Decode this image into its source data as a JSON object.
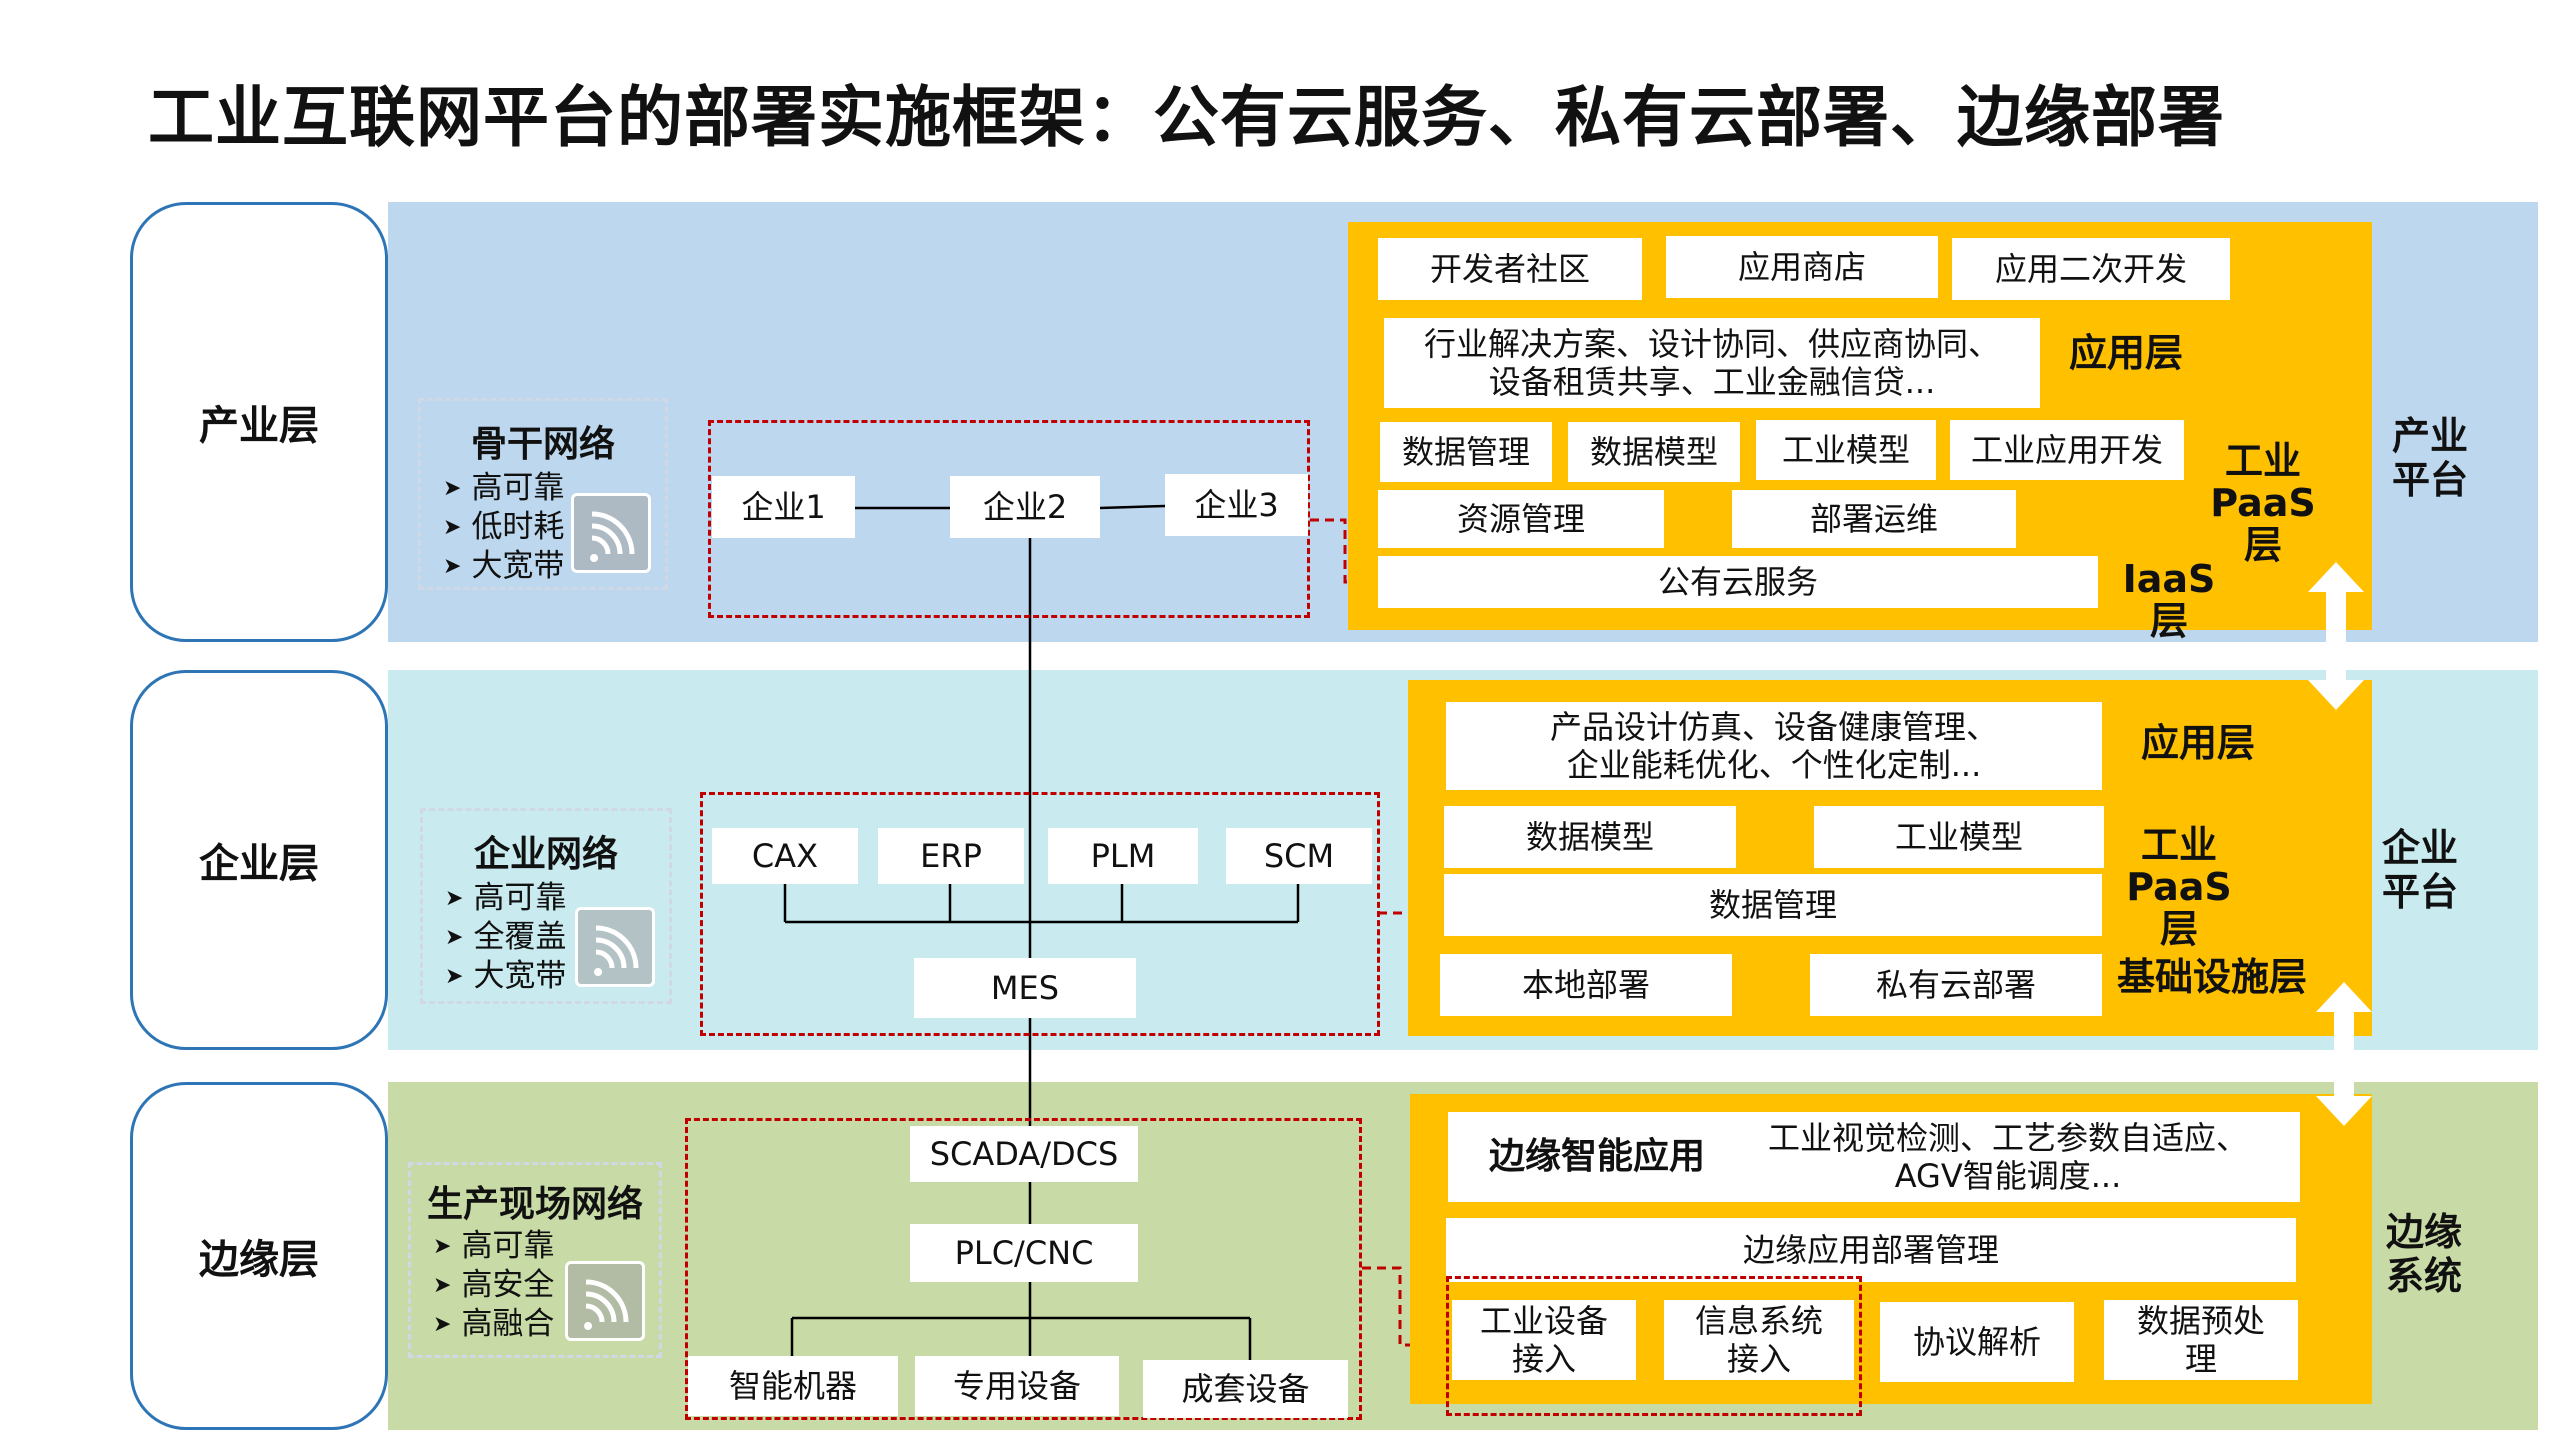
{
  "title": "工业互联网平台的部署实施框架：公有云服务、私有云部署、边缘部署",
  "colors": {
    "band_industry": "#bdd7ee",
    "band_enterprise": "#c9ebef",
    "band_edge": "#c8dba6",
    "panel": "#ffc000",
    "dash": "#c00000",
    "label_border": "#2e75b6"
  },
  "layers": {
    "industry": "产业层",
    "enterprise": "企业层",
    "edge": "边缘层"
  },
  "networks": {
    "industry": {
      "title": "骨干网络",
      "items": [
        "高可靠",
        "低时耗",
        "大宽带"
      ],
      "icon": "wifi-icon"
    },
    "enterprise": {
      "title": "企业网络",
      "items": [
        "高可靠",
        "全覆盖",
        "大宽带"
      ],
      "icon": "wifi-icon"
    },
    "edge": {
      "title": "生产现场网络",
      "items": [
        "高可靠",
        "高安全",
        "高融合"
      ],
      "icon": "wifi-icon"
    }
  },
  "industry_nodes": [
    "企业1",
    "企业2",
    "企业3"
  ],
  "enterprise_systems": [
    "CAX",
    "ERP",
    "PLM",
    "SCM"
  ],
  "mes": "MES",
  "edge_systems": {
    "scada": "SCADA/DCS",
    "plc": "PLC/CNC",
    "devices": [
      "智能机器",
      "专用设备",
      "成套设备"
    ]
  },
  "industry_panel": {
    "top": [
      "开发者社区",
      "应用商店",
      "应用二次开发"
    ],
    "solutions": "行业解决方案、设计协同、供应商协同、\n设备租赁共享、工业金融信贷...",
    "app_layer": "应用层",
    "row1": [
      "数据管理",
      "数据模型",
      "工业模型",
      "工业应用开发"
    ],
    "row2": [
      "资源管理",
      "部署运维"
    ],
    "paas": "工业\nPaaS层",
    "public_cloud": "公有云服务",
    "iaas": "IaaS层",
    "side": "产业\n平台"
  },
  "enterprise_panel": {
    "apps": "产品设计仿真、设备健康管理、\n企业能耗优化、个性化定制...",
    "app_layer": "应用层",
    "models": [
      "数据模型",
      "工业模型"
    ],
    "data_mgmt": "数据管理",
    "paas": "工业\nPaaS层",
    "deploy": [
      "本地部署",
      "私有云部署"
    ],
    "infra": "基础设施层",
    "side": "企业\n平台"
  },
  "edge_panel": {
    "intelligence_label": "边缘智能应用",
    "intelligence_apps": "工业视觉检测、工艺参数自适应、\nAGV智能调度...",
    "deploy_mgmt": "边缘应用部署管理",
    "bottom": [
      "工业设备\n接入",
      "信息系统\n接入",
      "协议解析",
      "数据预处\n理"
    ],
    "side": "边缘\n系统"
  }
}
